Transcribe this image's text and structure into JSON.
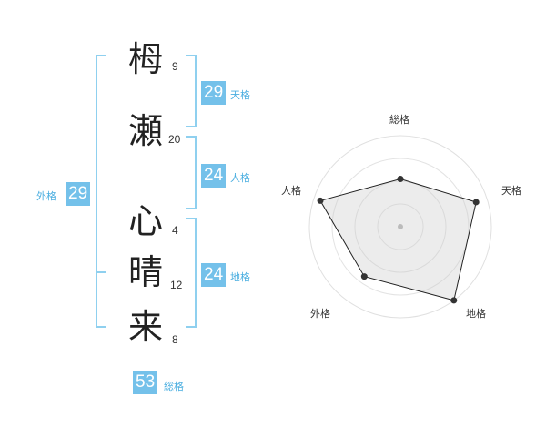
{
  "name": {
    "chars": [
      {
        "char": "栂",
        "strokes": "9"
      },
      {
        "char": "瀬",
        "strokes": "20"
      },
      {
        "char": "心",
        "strokes": "4"
      },
      {
        "char": "晴",
        "strokes": "12"
      },
      {
        "char": "来",
        "strokes": "8"
      }
    ]
  },
  "fortune": {
    "tenkaku": {
      "value": "29",
      "label": "天格"
    },
    "jinkaku": {
      "value": "24",
      "label": "人格"
    },
    "chikaku": {
      "value": "24",
      "label": "地格"
    },
    "gaikaku": {
      "value": "29",
      "label": "外格"
    },
    "soukaku": {
      "value": "53",
      "label": "総格"
    }
  },
  "colors": {
    "accent": "#74c1ea",
    "bracket": "#8fd0ef",
    "text": "#222222"
  },
  "chart_data": {
    "type": "radar",
    "axes": [
      "総格",
      "天格",
      "地格",
      "外格",
      "人格"
    ],
    "rings": 4,
    "max": 4,
    "values": [
      2.1,
      3.5,
      4.0,
      2.7,
      3.7
    ]
  }
}
